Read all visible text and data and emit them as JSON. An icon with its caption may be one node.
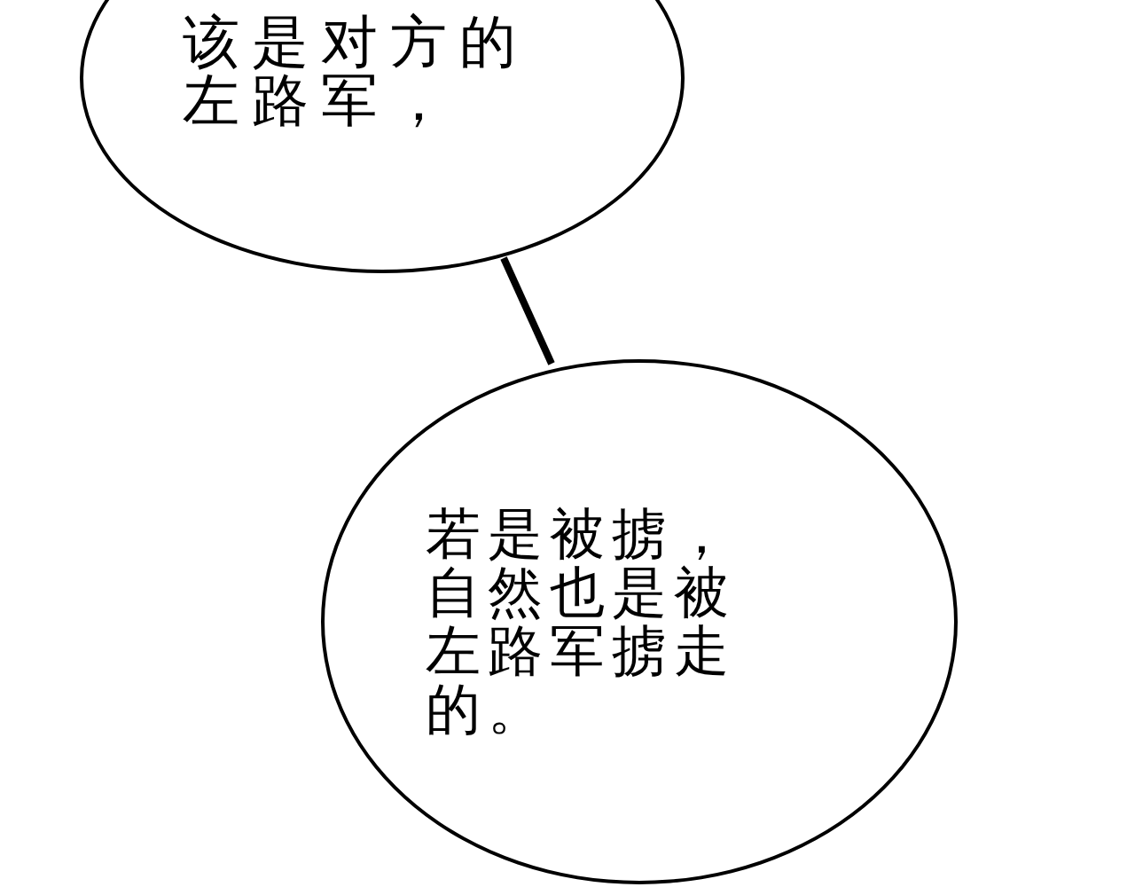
{
  "diagram": {
    "nodes": [
      {
        "text": [
          "该是对方的左路军，"
        ]
      },
      {
        "text": [
          "若是被掳，自然也是被左路军掳走的。"
        ]
      }
    ],
    "edges": [
      {
        "from": 0,
        "to": 1,
        "arrow": "none"
      }
    ]
  }
}
